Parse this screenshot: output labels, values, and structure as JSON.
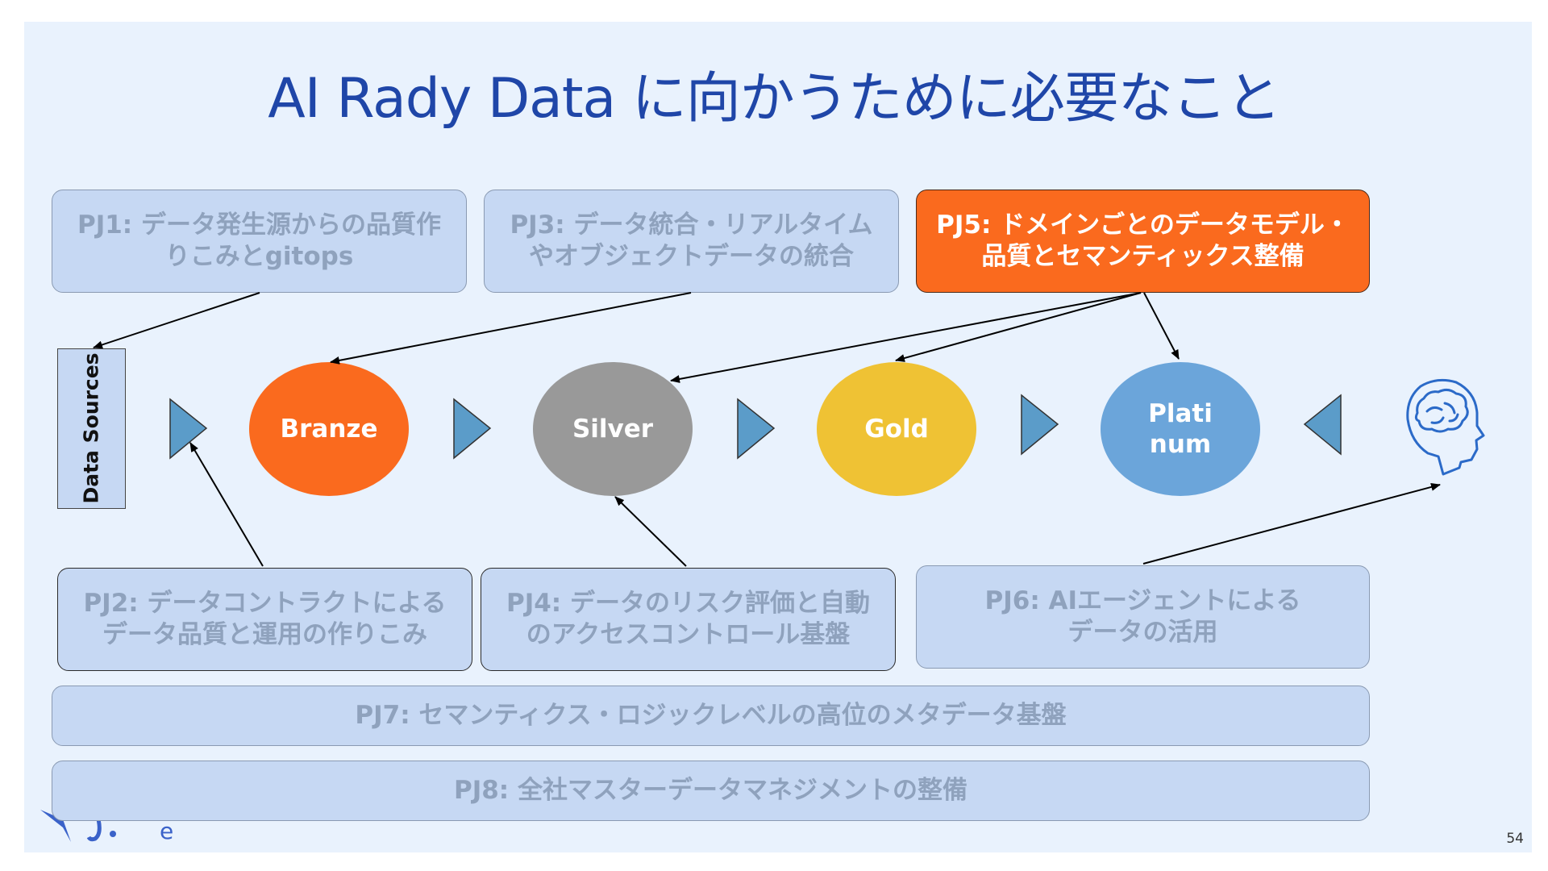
{
  "title": "AI Rady Data に向かうために必要なこと",
  "data_sources": "Data Sources",
  "projects": {
    "pj1": [
      "PJ1: データ発生源からの品質作",
      "りこみとgitops"
    ],
    "pj2": [
      "PJ2: データコントラクトによる",
      "データ品質と運用の作りこみ"
    ],
    "pj3": [
      "PJ3: データ統合・リアルタイム",
      "やオブジェクトデータの統合"
    ],
    "pj4": [
      "PJ4: データのリスク評価と自動",
      "のアクセスコントロール基盤"
    ],
    "pj5": [
      "PJ5: ドメインごとのデータモデル・",
      "品質とセマンティックス整備"
    ],
    "pj6": [
      "PJ6: AIエージェントによる",
      "データの活用"
    ],
    "pj7": "PJ7: セマンティクス・ロジックレベルの高位のメタデータ基盤",
    "pj8": "PJ8: 全社マスターデータマネジメントの整備"
  },
  "layers": {
    "bronze": "Branze",
    "silver": "Silver",
    "gold": "Gold",
    "platinum": [
      "Plati",
      "num"
    ]
  },
  "icons": [
    "play-triangle-icon",
    "brain-head-icon",
    "bird-logo-icon"
  ],
  "colors": {
    "accent": "#fa6a1e",
    "bronze": "#fa6a1e",
    "silver": "#999999",
    "gold": "#efc234",
    "platinum": "#6ba5da",
    "box": "#c6d8f3",
    "title": "#1f46a8"
  },
  "page_number": "54"
}
